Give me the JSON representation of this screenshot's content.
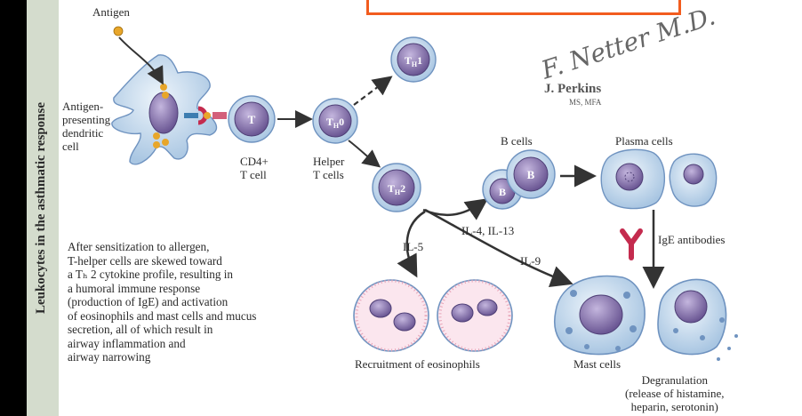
{
  "header": {
    "top_banner_text": ""
  },
  "side_title": "Leukocytes in the asthmatic response",
  "labels": {
    "antigen": "Antigen",
    "apc": [
      "Antigen-",
      "presenting",
      "dendritic",
      "cell"
    ],
    "cd4": [
      "CD4+",
      "T cell"
    ],
    "helper": [
      "Helper",
      "T cells"
    ],
    "b_cells": "B cells",
    "plasma_cells": "Plasma cells",
    "il4_il13": "IL-4, IL-13",
    "il5": "IL-5",
    "il9": "IL-9",
    "ige": "IgE antibodies",
    "eosinophils": "Recruitment of eosinophils",
    "mast_cells": "Mast cells",
    "degranulation": [
      "Degranulation",
      "(release of histamine,",
      "heparin, serotonin)"
    ]
  },
  "cell_letters": {
    "t": "T",
    "th0_main": "T",
    "th0_sub": "H",
    "th0_num": "0",
    "th1_num": "1",
    "th2_num": "2",
    "b": "B"
  },
  "description": [
    "After sensitization to allergen,",
    "T-helper cells are skewed toward",
    "a Tₕ 2 cytokine profile, resulting in",
    "a humoral immune response",
    "(production of IgE) and activation",
    "of eosinophils and mast cells and mucus",
    "secretion, all of which result in",
    "airway inflammation and",
    "airway narrowing"
  ],
  "signature": "F. Netter M.D.",
  "author": "J. Perkins",
  "credentials": "MS, MFA",
  "colors": {
    "cell_fill": "#d5e6f4",
    "cell_edge": "#6f93c0",
    "nucleus": "#8a78ad",
    "antigen": "#e8a62a",
    "arrow": "#333333",
    "ige": "#c42b4e",
    "side_bar": "#d4dccd",
    "banner_border": "#f25c1e"
  }
}
